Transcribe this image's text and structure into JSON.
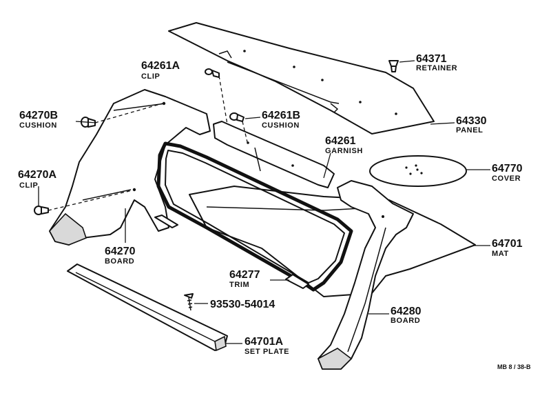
{
  "callouts": {
    "c64261A": {
      "number": "64261A",
      "name": "CLIP"
    },
    "c64371": {
      "number": "64371",
      "name": "RETAINER"
    },
    "c64270B": {
      "number": "64270B",
      "name": "CUSHION"
    },
    "c64261B": {
      "number": "64261B",
      "name": "CUSHION"
    },
    "c64330": {
      "number": "64330",
      "name": "PANEL"
    },
    "c64261": {
      "number": "64261",
      "name": "GARNISH"
    },
    "c64270A": {
      "number": "64270A",
      "name": "CLIP"
    },
    "c64770": {
      "number": "64770",
      "name": "COVER"
    },
    "c64270": {
      "number": "64270",
      "name": "BOARD"
    },
    "c64701": {
      "number": "64701",
      "name": "MAT"
    },
    "c64277": {
      "number": "64277",
      "name": "TRIM"
    },
    "c64280": {
      "number": "64280",
      "name": "BOARD"
    },
    "c93530": {
      "number": "93530-54014"
    },
    "c64701A": {
      "number": "64701A",
      "name": "SET PLATE"
    }
  },
  "drawing_ref": "MB 8 / 38-B"
}
